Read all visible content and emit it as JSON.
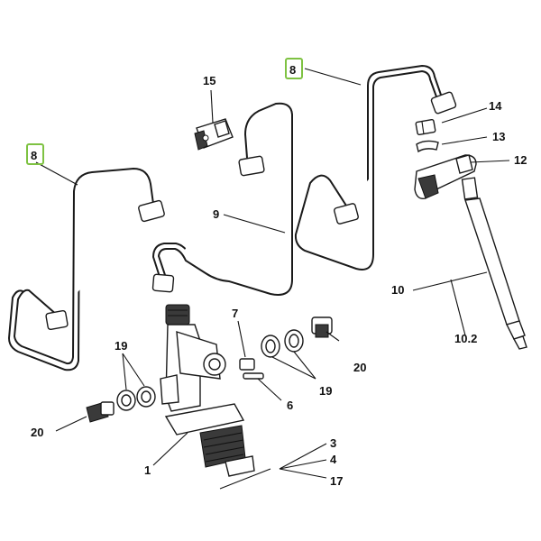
{
  "diagram": {
    "highlight_color": "#7ec242",
    "callouts": {
      "c8_left": "8",
      "c8_top": "8",
      "c15": "15",
      "c14": "14",
      "c13": "13",
      "c12": "12",
      "c9": "9",
      "c10": "10",
      "c10_2": "10.2",
      "c7": "7",
      "c19_left": "19",
      "c19_right": "19",
      "c20_right": "20",
      "c20_left": "20",
      "c6": "6",
      "c1": "1",
      "c3": "3",
      "c4": "4",
      "c17": "17"
    }
  }
}
